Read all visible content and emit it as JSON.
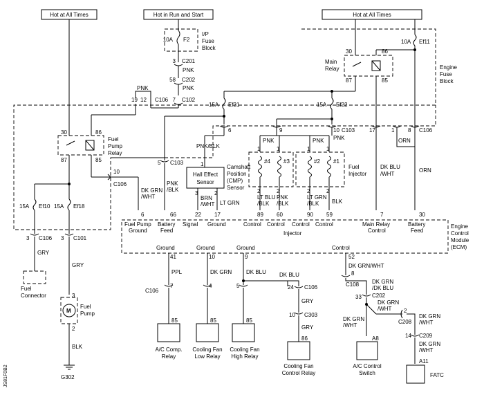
{
  "headers": {
    "hot_left": "Hot at All Times",
    "hot_run": "Hot in Run and Start",
    "hot_right": "Hot at All Times"
  },
  "fuse_block_ip": {
    "label_1": "I/P",
    "label_2": "Fuse",
    "label_3": "Block",
    "fuse": "F2",
    "rating": "10A"
  },
  "engine_fuse_block": {
    "label_1": "Engine",
    "label_2": "Fuse",
    "label_3": "Block"
  },
  "main_relay": {
    "label_1": "Main",
    "label_2": "Relay",
    "pin_30": "30",
    "pin_86": "86",
    "pin_87": "87",
    "pin_85": "85"
  },
  "fuel_pump_relay": {
    "label_1": "Fuel",
    "label_2": "Pump",
    "label_3": "Relay",
    "pin_30": "30",
    "pin_86": "86",
    "pin_87": "87",
    "pin_85": "85"
  },
  "fuses": {
    "ef11_rating": "10A",
    "ef11": "Ef11",
    "ef21_rating": "15A",
    "ef21": "Ef21",
    "ef22_rating": "15A",
    "ef22": "Ef22",
    "ef10_rating": "15A",
    "ef10": "Ef10",
    "ef18_rating": "15A",
    "ef18": "Ef18"
  },
  "connectors": {
    "c201_pin": "3",
    "c201": "C201",
    "c202_pin": "58",
    "c202": "C202",
    "c102_pin": "7",
    "c102": "C102",
    "c106_pin_19": "19",
    "c106_pin_12": "12",
    "c106_a": "C106",
    "c103_pin": "5",
    "c103": "C103",
    "c106_b_pin": "10",
    "c106_b": "C106",
    "pin_6_ef21": "6",
    "pin_9": "9",
    "pin_10_c103": "10",
    "c103_b": "C103",
    "pin_17_main": "17",
    "pin_1_main": "1",
    "pin_8_c106": "8",
    "c106_c": "C106",
    "c106_left_pin": "3",
    "c106_left": "C106",
    "c101_pin": "3",
    "c101": "C101",
    "c106_bottom": "C106",
    "pin_7": "7",
    "pin_4": "4",
    "pin_5": "5",
    "c108_pin": "8",
    "c108": "C108",
    "c202_b_pin": "33",
    "c202_b": "C202",
    "c208_pin": "2",
    "c208": "C208",
    "c106_d_pin": "24",
    "c106_d": "C106",
    "c303_pin": "10",
    "c303": "C303",
    "c209_pin": "14",
    "c209": "C209"
  },
  "wires": {
    "pnk_1": "PNK",
    "pnk_2": "PNK",
    "pnk_blk": "PNK/BLK",
    "pnk_inj": "PNK",
    "pnk_inj2": "PNK",
    "pnk_inj3": "PNK",
    "orn_loop": "ORN",
    "dk_blu_wht_1": "DK BLU",
    "dk_blu_wht_2": "/WHT",
    "orn": "ORN",
    "dk_grn_wht_1": "DK GRN",
    "dk_grn_wht_2": "/WHT",
    "pnk_blk_feed_1": "PNK",
    "pnk_blk_feed_2": "/BLK",
    "brn_wht_1": "BRN",
    "brn_wht_2": "/WHT",
    "lt_grn": "LT GRN",
    "lt_blu_blk_1": "LT BLU",
    "lt_blu_blk_2": "/BLK",
    "pnk_blk_inj_1": "PNK",
    "pnk_blk_inj_2": "/BLK",
    "lt_grn_blk_1": "LT GRN",
    "lt_grn_blk_2": "/BLK",
    "blk_inj": "BLK",
    "gry_left": "GRY",
    "gry_pump": "GRY",
    "blk_ground": "BLK",
    "ppl": "PPL",
    "dk_grn": "DK GRN",
    "dk_blu": "DK BLU",
    "dk_blu_2": "DK BLU",
    "dk_grn_wht_ctl": "DK GRN/WHT",
    "dk_grn_dk_blu_1": "DK GRN",
    "dk_grn_dk_blu_2": "/DK BLU",
    "dk_grn_wht_3": "DK GRN",
    "dk_grn_wht_3b": "/WHT",
    "dk_grn_wht_4": "DK GRN",
    "dk_grn_wht_4b": "/WHT",
    "dk_grn_wht_5": "DK GRN",
    "dk_grn_wht_5b": "/WHT",
    "dk_grn_wht_6": "DK GRN",
    "dk_grn_wht_6b": "/WHT",
    "gry_fan_1": "GRY",
    "gry_fan_2": "GRY"
  },
  "sensor": {
    "label_1": "Hall Effect",
    "label_2": "Sensor",
    "cmp_1": "Camshaft",
    "cmp_2": "Position",
    "cmp_3": "(CMP)",
    "cmp_4": "Sensor",
    "pin_1": "1",
    "pin_3": "3",
    "pin_2": "2"
  },
  "injectors": {
    "label_1": "Fuel",
    "label_2": "Injector",
    "n4": "#4",
    "n3": "#3",
    "n2": "#2",
    "n1": "#1",
    "p1a": "1",
    "p1b": "1",
    "p1c": "1",
    "p1d": "1",
    "p2a": "2",
    "p2b": "2",
    "p2c": "2",
    "p2d": "2"
  },
  "ecm": {
    "label_1": "Engine",
    "label_2": "Control",
    "label_3": "Module",
    "label_4": "(ECM)",
    "fp_ground_1": "Fuel Pump",
    "fp_ground_2": "Ground",
    "fp_ground_pin": "6",
    "batt_feed_1": "Battery",
    "batt_feed_2": "Feed",
    "batt_feed_pin": "66",
    "signal": "Signal",
    "signal_pin": "22",
    "ground_a": "Ground",
    "ground_a_pin": "17",
    "control_1": "Control",
    "control_1_pin": "89",
    "control_2": "Control",
    "control_2_pin": "60",
    "control_3": "Control",
    "control_3_pin": "90",
    "control_4": "Control",
    "control_4_pin": "59",
    "injector": "Injector",
    "main_relay_1": "Main Relay",
    "main_relay_2": "Control",
    "main_relay_pin": "7",
    "batt_feed_r_1": "Battery",
    "batt_feed_r_2": "Feed",
    "batt_feed_r_pin": "30",
    "ground_1": "Ground",
    "ground_1_pin": "41",
    "ground_2": "Ground",
    "ground_2_pin": "10",
    "ground_3": "Ground",
    "ground_3_pin": "9",
    "control_b": "Control",
    "control_b_pin": "52"
  },
  "components": {
    "fuel_connector_1": "Fuel",
    "fuel_connector_2": "Connector",
    "fuel_pump_1": "Fuel",
    "fuel_pump_2": "Pump",
    "fuel_pump_p3": "3",
    "fuel_pump_p2": "2",
    "ground": "G302",
    "ac_relay_1": "A/C Comp.",
    "ac_relay_2": "Relay",
    "ac_relay_pin": "85",
    "fan_low_1": "Cooling Fan",
    "fan_low_2": "Low Relay",
    "fan_low_pin": "85",
    "fan_high_1": "Cooling Fan",
    "fan_high_2": "High Relay",
    "fan_high_pin": "85",
    "fan_ctrl_1": "Cooling Fan",
    "fan_ctrl_2": "Control Relay",
    "fan_ctrl_pin": "86",
    "ac_switch_1": "A/C Control",
    "ac_switch_2": "Switch",
    "ac_switch_pin": "A8",
    "fatc": "FATC",
    "fatc_pin": "A11"
  },
  "page_code": "JS81F0B2"
}
